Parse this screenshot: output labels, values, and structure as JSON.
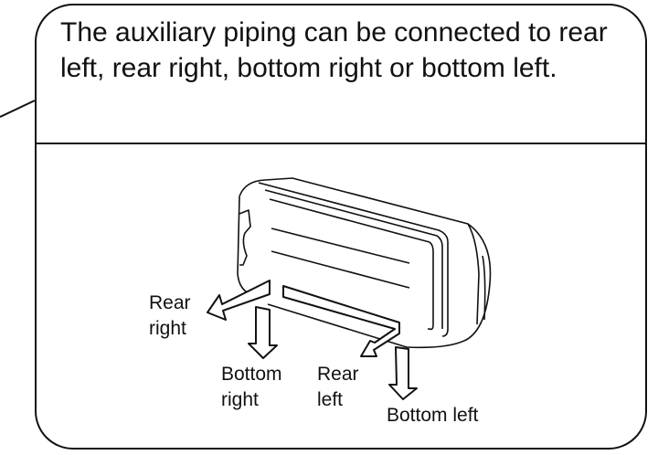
{
  "caption": "The auxiliary piping can be connected to rear left, rear right, bottom right or bottom left.",
  "labels": {
    "rear_right": [
      "Rear",
      "right"
    ],
    "bottom_right": [
      "Bottom",
      "right"
    ],
    "rear_left": [
      "Rear",
      "left"
    ],
    "bottom_left": "Bottom left"
  }
}
